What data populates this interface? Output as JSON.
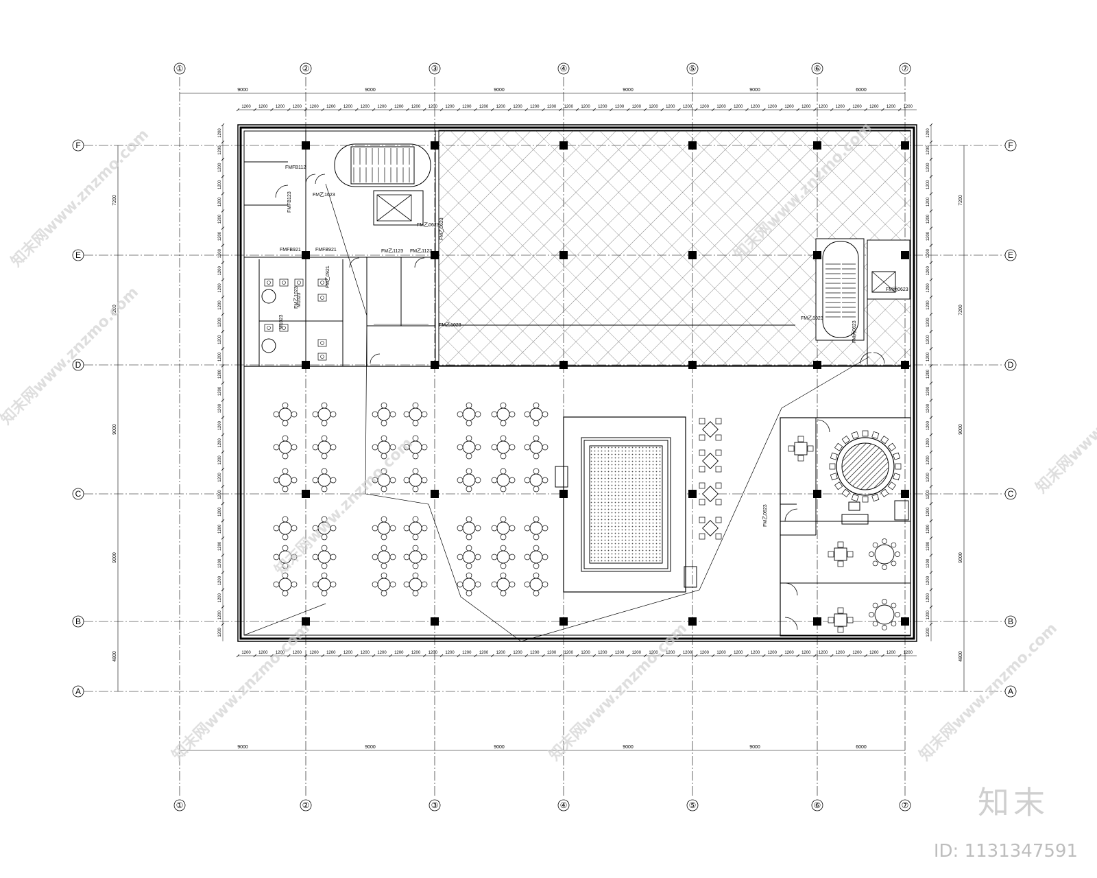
{
  "axes": {
    "cols": [
      "①",
      "②",
      "③",
      "④",
      "⑤",
      "⑥",
      "⑦"
    ],
    "rows": [
      "F",
      "E",
      "D",
      "C",
      "B",
      "A"
    ]
  },
  "bay_dims": {
    "horizontal": [
      "9000",
      "9000",
      "9000",
      "9000",
      "9000",
      "6000"
    ],
    "vertical_right": [
      "7200",
      "7200",
      "9000",
      "9000",
      "4800"
    ],
    "vertical_left": [
      "7200",
      "7200",
      "9000",
      "9000",
      "4800"
    ]
  },
  "tick_dims": {
    "top": "1200",
    "bottom": "1200",
    "right": "1200"
  },
  "door_tags": [
    "FMFB112",
    "FM乙1023",
    "FMFB123",
    "FMFB921",
    "FMFB921",
    "FM乙1123",
    "FM乙1123",
    "FM乙1023",
    "FM乙0623",
    "FM乙0623",
    "FM丙0623",
    "FM乙1023",
    "FM丙0623",
    "FM乙0623",
    "FM乙1023",
    "FM乙0921",
    "M1023",
    "M1023"
  ],
  "watermark": {
    "site": "知末网www.znzmo.com",
    "brand": "知末",
    "id": "ID: 1131347591"
  },
  "colors": {
    "line": "#000000",
    "watermark": "#cfcfcf"
  }
}
